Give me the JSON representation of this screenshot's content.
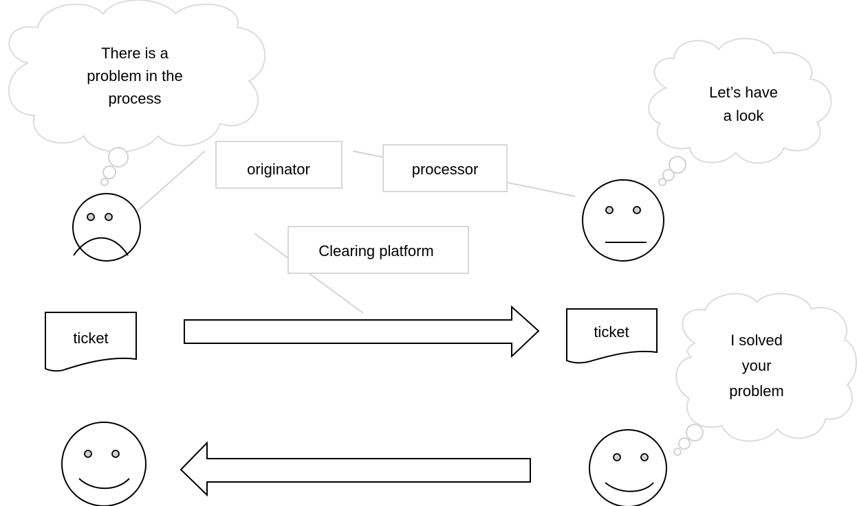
{
  "bubbles": {
    "originator_thought": [
      "There is a",
      "problem in the",
      "process"
    ],
    "processor_thought": [
      "Let’s have",
      "a look"
    ],
    "processor_solved": [
      "I solved",
      "your",
      "problem"
    ]
  },
  "labels": {
    "originator": "originator",
    "processor": "processor",
    "clearing_platform": "Clearing platform"
  },
  "documents": {
    "left_ticket": "ticket",
    "right_ticket": "ticket"
  }
}
